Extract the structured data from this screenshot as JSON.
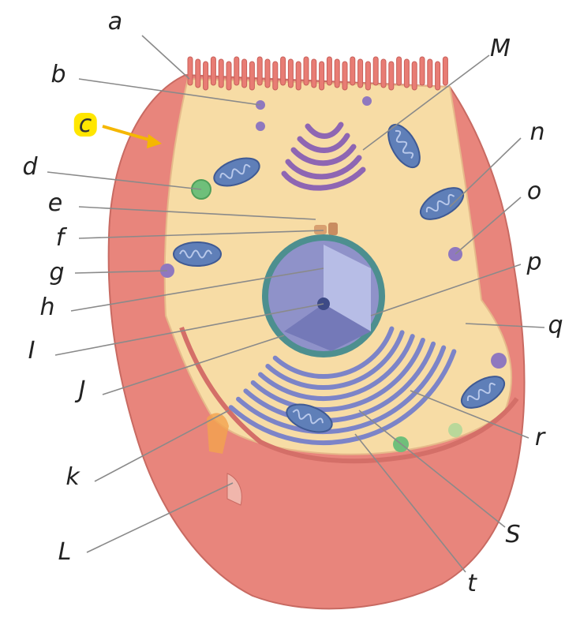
{
  "labels": [
    {
      "id": "a",
      "text": "a"
    },
    {
      "id": "b",
      "text": "b"
    },
    {
      "id": "c",
      "text": "c",
      "highlight": "#ffe600"
    },
    {
      "id": "d",
      "text": "d"
    },
    {
      "id": "e",
      "text": "e"
    },
    {
      "id": "f",
      "text": "f"
    },
    {
      "id": "g",
      "text": "g"
    },
    {
      "id": "h",
      "text": "h"
    },
    {
      "id": "I",
      "text": "I"
    },
    {
      "id": "J",
      "text": "J"
    },
    {
      "id": "k",
      "text": "k"
    },
    {
      "id": "L",
      "text": "L"
    },
    {
      "id": "M",
      "text": "M"
    },
    {
      "id": "n",
      "text": "n"
    },
    {
      "id": "o",
      "text": "o"
    },
    {
      "id": "p",
      "text": "p"
    },
    {
      "id": "q",
      "text": "q"
    },
    {
      "id": "r",
      "text": "r"
    },
    {
      "id": "S",
      "text": "S"
    },
    {
      "id": "t",
      "text": "t"
    }
  ],
  "colors": {
    "cell_outer": "#e8857c",
    "cell_outer_dark": "#d46f68",
    "cytoplasm": "#f7dca5",
    "microvilli": "#e87c74",
    "nucleus": "#8f92c9",
    "nucleus_envelope": "#4d8f8f",
    "er": "#8c93cf",
    "golgi": "#a07cc0",
    "mitochondria": "#5f7fb8",
    "vesicle_green": "#6fbf7a",
    "vesicle_purple": "#8f78bf",
    "arrow": "#f5b700",
    "leader_line": "#8a8a8a"
  }
}
